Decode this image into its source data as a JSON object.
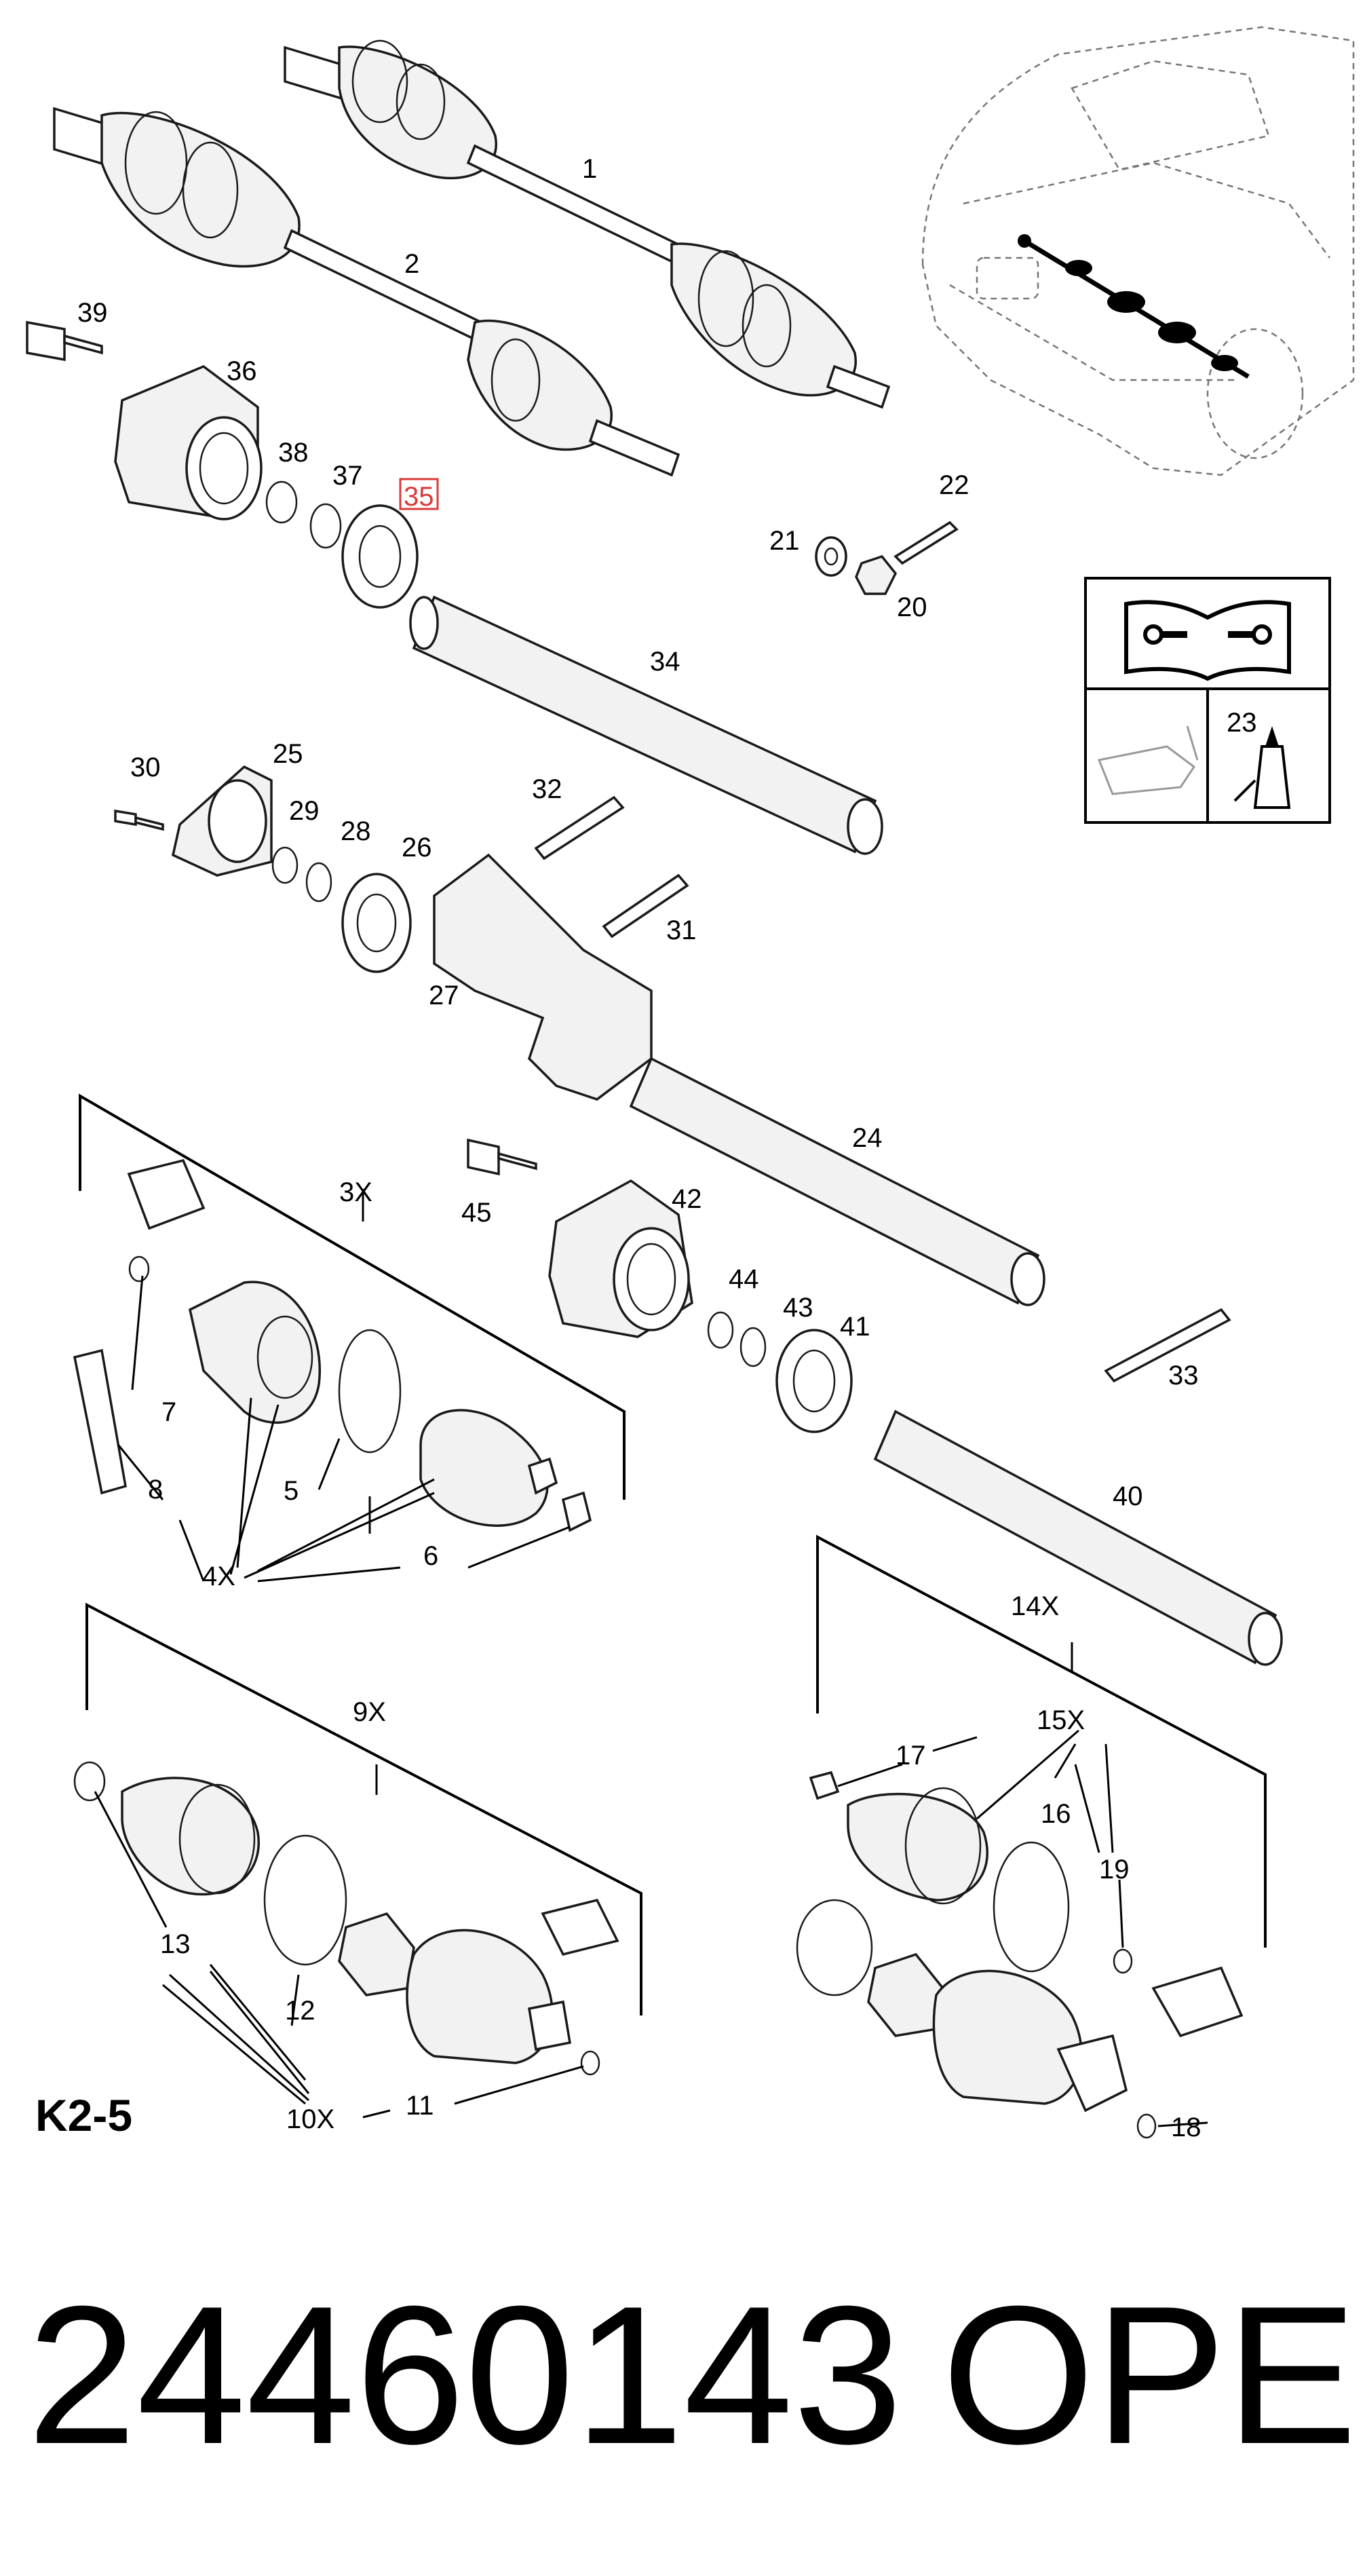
{
  "diagram": {
    "section_code": "K2-5",
    "part_number": "24460143",
    "brand": "OPEL",
    "highlighted_callout": "35",
    "highlight_color": "#d93a3a",
    "callouts": {
      "c1": "1",
      "c2": "2",
      "c3x": "3X",
      "c4x": "4X",
      "c5": "5",
      "c6": "6",
      "c7": "7",
      "c8": "8",
      "c9x": "9X",
      "c10x": "10X",
      "c11": "11",
      "c12": "12",
      "c13": "13",
      "c14x": "14X",
      "c15x": "15X",
      "c16": "16",
      "c17": "17",
      "c18": "18",
      "c19": "19",
      "c20": "20",
      "c21": "21",
      "c22": "22",
      "c23": "23",
      "c24": "24",
      "c25": "25",
      "c26": "26",
      "c27": "27",
      "c28": "28",
      "c29": "29",
      "c30": "30",
      "c31": "31",
      "c32": "32",
      "c33": "33",
      "c34": "34",
      "c35": "35",
      "c36": "36",
      "c37": "37",
      "c38": "38",
      "c39": "39",
      "c40": "40",
      "c41": "41",
      "c42": "42",
      "c43": "43",
      "c44": "44",
      "c45": "45"
    }
  }
}
